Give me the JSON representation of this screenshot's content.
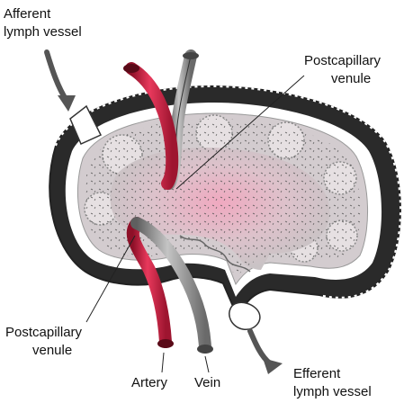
{
  "labels": {
    "afferent_line1": "Afferent",
    "afferent_line2": "lymph vessel",
    "post_top_line1": "Postcapillary",
    "post_top_line2": "venule",
    "post_bottom_line1": "Postcapillary",
    "post_bottom_line2": "venule",
    "artery": "Artery",
    "vein": "Vein",
    "efferent_line1": "Efferent",
    "efferent_line2": "lymph vessel"
  },
  "colors": {
    "capsule": "#2a2a2a",
    "sinus": "#ffffff",
    "cortex": "#cfc3c7",
    "medulla_center": "#efb3c6",
    "artery": "#d7264a",
    "vein": "#9a9a9a",
    "arrow": "#555555"
  }
}
